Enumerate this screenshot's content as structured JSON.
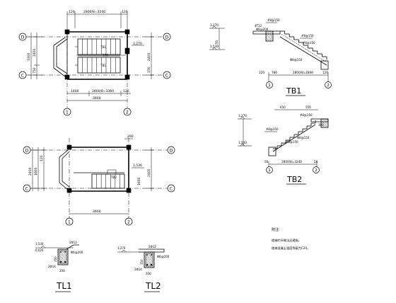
{
  "plan_upper": {
    "dim_top": [
      "120",
      "2800/8=3240",
      "120"
    ],
    "dim_left": [
      "3300",
      "2400",
      "750"
    ],
    "dim_right": [
      "3,270",
      "2400",
      "150"
    ],
    "dim_bottom1": [
      "1400",
      "2800/8=3360",
      "120"
    ],
    "dim_bottom2": "3600",
    "labels": [
      "TB1",
      "150",
      "TB1"
    ],
    "axis_rows": [
      "D",
      "C"
    ],
    "axis_cols": [
      "1",
      "2"
    ]
  },
  "plan_lower": {
    "dim_top": "260",
    "dim_left": [
      "2400",
      "1600",
      "120"
    ],
    "dim_right": [
      "1,530",
      "2400",
      "1650"
    ],
    "dim_bottom": "3600",
    "label": "TB2",
    "axis_rows": [
      "D",
      "C"
    ],
    "axis_cols": [
      "1",
      "2"
    ]
  },
  "tb1": {
    "title": "TB1",
    "labels": [
      "#8@150",
      "4T12",
      "Φ8@200",
      "3,270",
      "1,530",
      "#8@150",
      "#8@150",
      "Φ8@150"
    ],
    "dims": [
      "120",
      "780",
      "2800/8=2800",
      "120",
      "50"
    ],
    "axis_cols": [
      "1",
      "2"
    ]
  },
  "tb2": {
    "title": "TB2",
    "labels": [
      "650",
      "550",
      "#8@150",
      "3,270",
      "#8@150",
      "300",
      "1,530",
      "#8@150",
      "Φ8@150"
    ],
    "dims": [
      "50",
      "2800/8=3240",
      "50"
    ],
    "axis_cols": [
      "1",
      "2"
    ]
  },
  "tl1": {
    "title": "TL1",
    "labels": [
      "1,530",
      "0,020",
      "2Φ12",
      "Φ6@200",
      "2Φ14",
      "200",
      "350"
    ]
  },
  "tl2": {
    "title": "TL2",
    "labels": [
      "3,270",
      "2Φ12",
      "Φ6@200",
      "2Φ14",
      "200",
      "350"
    ]
  },
  "notes": {
    "heading": "附注:",
    "lines": [
      "楼梯栏杆做法见建施。",
      "楼梯混凝土强度等级为C20。"
    ]
  }
}
